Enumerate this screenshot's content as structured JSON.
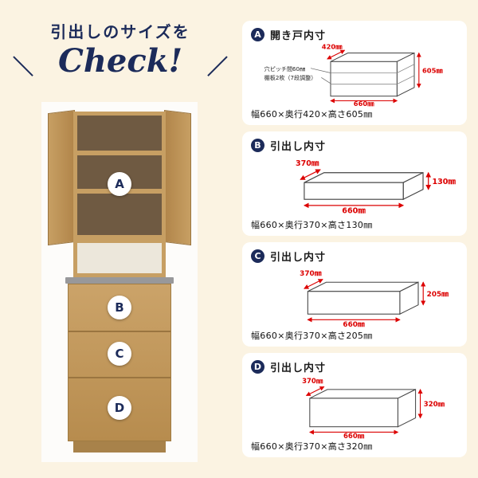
{
  "title": {
    "line1": "引出しのサイズを",
    "check": "Check!",
    "slash_left": "＼",
    "slash_right": "／"
  },
  "cabinet": {
    "labels": [
      "A",
      "B",
      "C",
      "D"
    ]
  },
  "cards": [
    {
      "badge": "A",
      "heading": "開き戸内寸",
      "dim_depth": "420㎜",
      "dim_height": "605㎜",
      "dim_width": "660㎜",
      "note1": "穴ピッチ間60㎜",
      "note2": "棚板2枚（7段調整）",
      "size": "幅660×奥行420×高さ605㎜"
    },
    {
      "badge": "B",
      "heading": "引出し内寸",
      "dim_depth": "370㎜",
      "dim_height": "130㎜",
      "dim_width": "660㎜",
      "size": "幅660×奥行370×高さ130㎜"
    },
    {
      "badge": "C",
      "heading": "引出し内寸",
      "dim_depth": "370㎜",
      "dim_height": "205㎜",
      "dim_width": "660㎜",
      "size": "幅660×奥行370×高さ205㎜"
    },
    {
      "badge": "D",
      "heading": "引出し内寸",
      "dim_depth": "370㎜",
      "dim_height": "320㎜",
      "dim_width": "660㎜",
      "size": "幅660×奥行370×高さ320㎜"
    }
  ],
  "colors": {
    "navy": "#1c2b5a",
    "dimension_red": "#dc0000",
    "background": "#fbf3e2",
    "wood": "#c79f63"
  }
}
